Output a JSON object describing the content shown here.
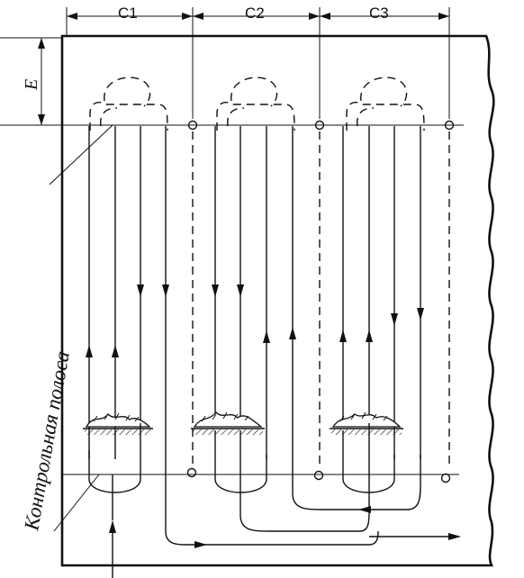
{
  "diagram": {
    "dimension_labels": [
      "C1",
      "C2",
      "C3"
    ],
    "height_label": "E",
    "strip_label": "Контрольная полоса",
    "colors": {
      "ink": "#111111",
      "background": "#ffffff"
    }
  }
}
